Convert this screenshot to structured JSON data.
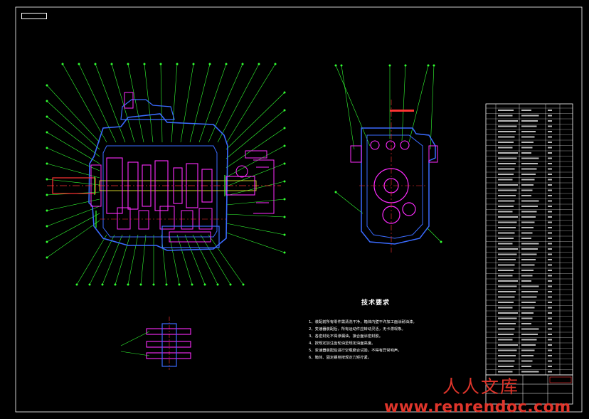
{
  "drawing": {
    "top_tag": "",
    "colors": {
      "background": "#000000",
      "border": "#ffffff",
      "leader": "#33ff33",
      "housing": "#3a6bff",
      "part": "#ff2bff",
      "center_line": "#ff3333",
      "shaft": "#ffff33"
    }
  },
  "tech_requirements": {
    "title": "技术要求",
    "items": [
      "1、装配前所有零件需清洗干净，箱体内壁不许加工面涂耐油漆。",
      "2、变速器装配后，所有运动件应转动灵活，无卡滞现象。",
      "3、各密封处不得渗漏油，接合面涂密封胶。",
      "4、按规定加注齿轮油至规定油面高度。",
      "5、变速器装配后进行空载磨合试验，不得有异常响声。",
      "6、箱体、固定螺栓按规定力矩拧紧。"
    ]
  },
  "title_block": {
    "school": "",
    "drawing_name": "",
    "drawing_no": ""
  },
  "watermark": {
    "chinese": "人人文库",
    "url": "www.renrendoc.com"
  }
}
